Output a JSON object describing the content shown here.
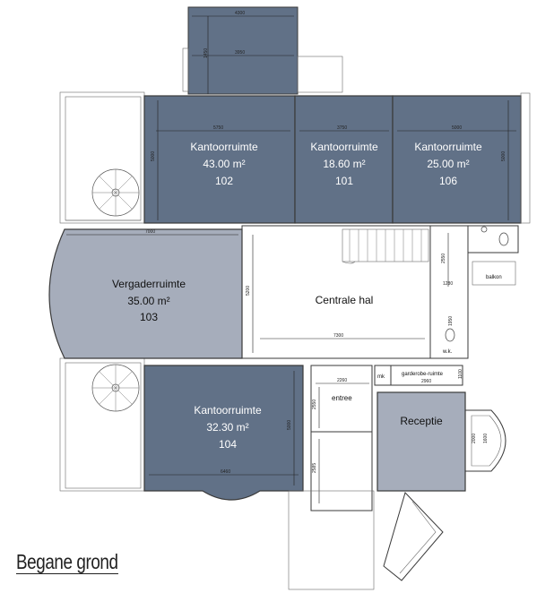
{
  "title": "Begane grond",
  "colors": {
    "office": "#617187",
    "meeting": "#a6adbb",
    "reception": "#a6adbb",
    "wall": "#3a3a3a",
    "text_light": "#ffffff",
    "text_dark": "#111111"
  },
  "rooms": [
    {
      "id": "102",
      "name": "Kantoorruimte",
      "area": "43.00 m²",
      "number": "102",
      "width_mm": "5750",
      "depth_mm": "5000"
    },
    {
      "id": "101",
      "name": "Kantoorruimte",
      "area": "18.60 m²",
      "number": "101",
      "width_mm": "3750"
    },
    {
      "id": "106",
      "name": "Kantoorruimte",
      "area": "25.00 m²",
      "number": "106",
      "width_mm": "5000",
      "depth_mm": "5000"
    },
    {
      "id": "103",
      "name": "Vergaderruimte",
      "area": "35.00 m²",
      "number": "103",
      "width_mm": "7000",
      "depth_mm": "5200"
    },
    {
      "id": "104",
      "name": "Kantoorruimte",
      "area": "32.30 m²",
      "number": "104",
      "width_mm": "6460",
      "depth_mm": "5000"
    }
  ],
  "spaces": {
    "centrale_hal": "Centrale hal",
    "receptie": "Receptie",
    "entree": "entree",
    "balkon": "balkon",
    "garderobe": "garderobe-ruimte",
    "mk": "mk",
    "wc": "w.k."
  },
  "dimensions": {
    "top_outer": "4300",
    "top_inner": "3950",
    "top_side": "1450",
    "hal_width": "7300",
    "entree_width": "2260",
    "entree_depth": "2550",
    "lower_depth": "2585",
    "garderobe_width": "2960",
    "garderobe_depth": "1100",
    "bath_1": "2550",
    "bath_2": "1280",
    "bath_3": "1950",
    "receptie_1": "2000",
    "receptie_2": "1600"
  }
}
